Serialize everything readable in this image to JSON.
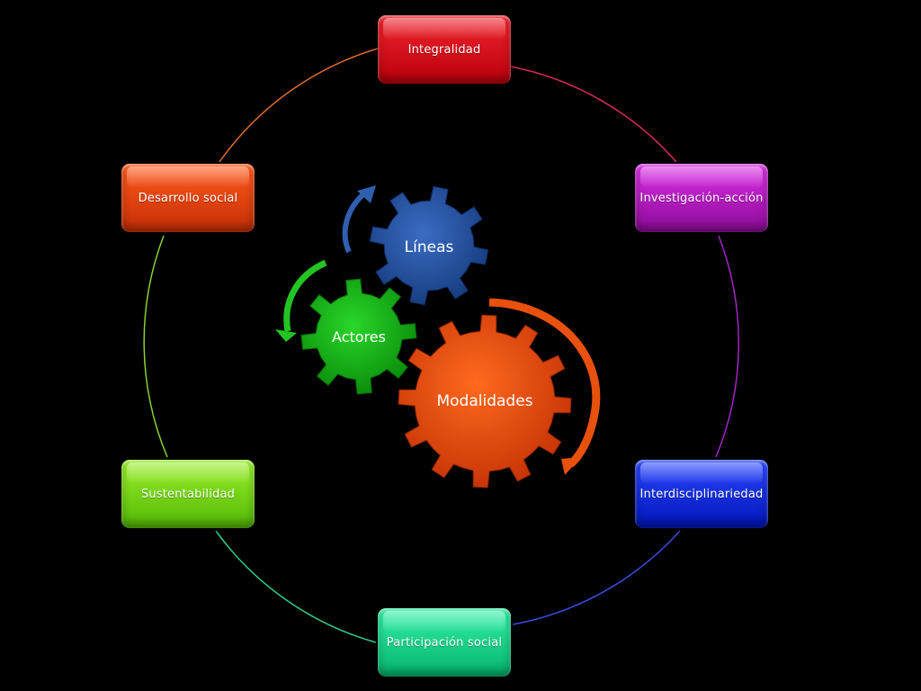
{
  "cycle_items": {
    "top": "Integralidad",
    "upper_right": "Investigación-acción",
    "lower_right": "Interdisciplinariedad",
    "bottom": "Participación social",
    "lower_left": "Sustentabilidad",
    "upper_left": "Desarrollo social"
  },
  "gears": {
    "blue": "Líneas",
    "green": "Actores",
    "orange": "Modalidades"
  },
  "colors": {
    "background": "#000000",
    "integralidad": "#e0161f",
    "investigacion_accion": "#c21fcf",
    "interdisciplinariedad": "#1a34f0",
    "participacion_social": "#14d98b",
    "sustentabilidad": "#7ad817",
    "desarrollo_social": "#ee4812",
    "gear_blue": "#1f4f9c",
    "gear_green": "#15b015",
    "gear_orange": "#e8470e"
  }
}
